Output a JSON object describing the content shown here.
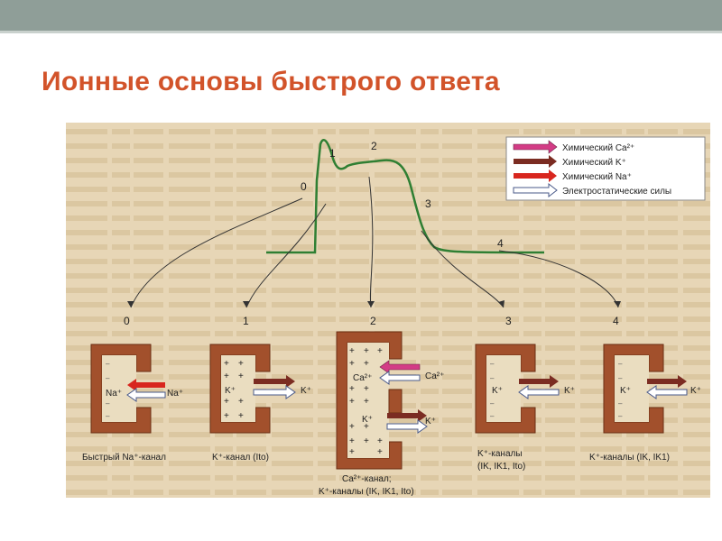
{
  "slide": {
    "title": "Ионные основы быстрого ответа"
  },
  "colors": {
    "ca_arrow": "#d33c86",
    "k_arrow": "#7b2c22",
    "na_arrow": "#d8261e",
    "electro_arrow": "#ffffff",
    "channel": "#a2502c",
    "curve": "#2f7f33",
    "background": "#e7d6b6"
  },
  "legend": {
    "items": [
      {
        "label": "Химический Ca²⁺",
        "icon": "ca-chemical-arrow-icon"
      },
      {
        "label": "Химический K⁺",
        "icon": "k-chemical-arrow-icon"
      },
      {
        "label": "Химический Na⁺",
        "icon": "na-chemical-arrow-icon"
      },
      {
        "label": "Электростатические силы",
        "icon": "electrostatic-arrow-icon"
      }
    ]
  },
  "curve": {
    "phases": [
      "0",
      "1",
      "2",
      "3",
      "4"
    ]
  },
  "channels": [
    {
      "phase": "0",
      "ion_in": "Na⁺",
      "ion_out": "Na⁺",
      "caption": "Быстрый Na⁺-канал"
    },
    {
      "phase": "1",
      "ion_in": "K⁺",
      "ion_out": "K⁺",
      "caption": "K⁺-канал (Ito)"
    },
    {
      "phase": "2",
      "ion_ca_in": "Ca²⁺",
      "ion_ca_out": "Ca²⁺",
      "ion_k_in": "K⁺",
      "ion_k_out": "K⁺",
      "caption_line1": "Ca²⁺-канал;",
      "caption_line2": "K⁺-каналы (IK, IK1, Ito)"
    },
    {
      "phase": "3",
      "ion_in": "K⁺",
      "ion_out": "K⁺",
      "caption_line1": "K⁺-каналы",
      "caption_line2": "(IK, IK1, Ito)"
    },
    {
      "phase": "4",
      "ion_in": "K⁺",
      "ion_out": "K⁺",
      "caption": "K⁺-каналы (IK, IK1)"
    }
  ]
}
